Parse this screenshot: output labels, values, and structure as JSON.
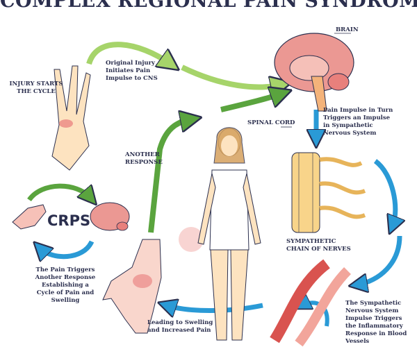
{
  "title": "COMPLEX REGIONAL PAIN SYNDROME",
  "labels": {
    "injury": "INJURY STARTS THE CYCLE",
    "original": "Original Injury Initiates Pain Impulse to CNS",
    "brain": "BRAIN",
    "spinal_cord": "SPINAL CORD",
    "pain_impulse": "Pain Impulse in Turn Triggers an Impulse in Sympathetic Nervous System",
    "another_response": "ANOTHER RESPONSE",
    "crps": "CRPS",
    "sympathetic_chain": "SYMPATHETIC CHAIN OF NERVES",
    "pain_triggers": "The Pain Triggers Another Response Establishing a Cycle of Pain and Swelling",
    "leading": "Leading to Swelling and Increased Pain",
    "sympathetic_impulse": "The Sympathetic Nervous System Impulse Triggers the Inflammatory Response in Blood Vessels"
  },
  "colors": {
    "green": "#8cc152",
    "dark_green": "#4e9a3a",
    "blue": "#2a9ad6",
    "text": "#2b2f4e",
    "brain": "#e88a86",
    "skin": "#fde3c0"
  }
}
